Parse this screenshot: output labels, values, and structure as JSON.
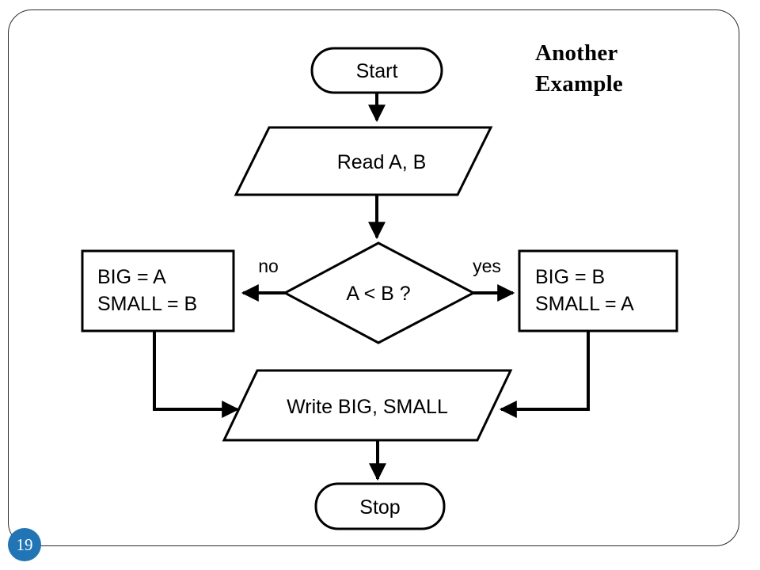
{
  "slide": {
    "title_line1": "Another",
    "title_line2": "Example",
    "page_number": "19",
    "accent_color": "#2175b5",
    "frame_color": "#2b2b2b"
  },
  "chart_data": {
    "type": "diagram",
    "diagram_kind": "flowchart",
    "title": "Another Example",
    "description": "Flowchart that reads two numbers A and B and writes the bigger and smaller values.",
    "nodes": [
      {
        "id": "start",
        "shape": "terminator",
        "label": "Start"
      },
      {
        "id": "read",
        "shape": "parallelogram",
        "label": "Read A, B"
      },
      {
        "id": "decision",
        "shape": "diamond",
        "label": "A < B ?"
      },
      {
        "id": "process_no",
        "shape": "rectangle",
        "label_line1": "BIG = A",
        "label_line2": "SMALL = B"
      },
      {
        "id": "process_yes",
        "shape": "rectangle",
        "label_line1": "BIG = B",
        "label_line2": "SMALL = A"
      },
      {
        "id": "write",
        "shape": "parallelogram",
        "label": "Write BIG, SMALL"
      },
      {
        "id": "stop",
        "shape": "terminator",
        "label": "Stop"
      }
    ],
    "edges": [
      {
        "from": "start",
        "to": "read",
        "label": ""
      },
      {
        "from": "read",
        "to": "decision",
        "label": ""
      },
      {
        "from": "decision",
        "to": "process_no",
        "label": "no"
      },
      {
        "from": "decision",
        "to": "process_yes",
        "label": "yes"
      },
      {
        "from": "process_no",
        "to": "write",
        "label": ""
      },
      {
        "from": "process_yes",
        "to": "write",
        "label": ""
      },
      {
        "from": "write",
        "to": "stop",
        "label": ""
      }
    ],
    "branch_labels": {
      "left": "no",
      "right": "yes"
    }
  }
}
